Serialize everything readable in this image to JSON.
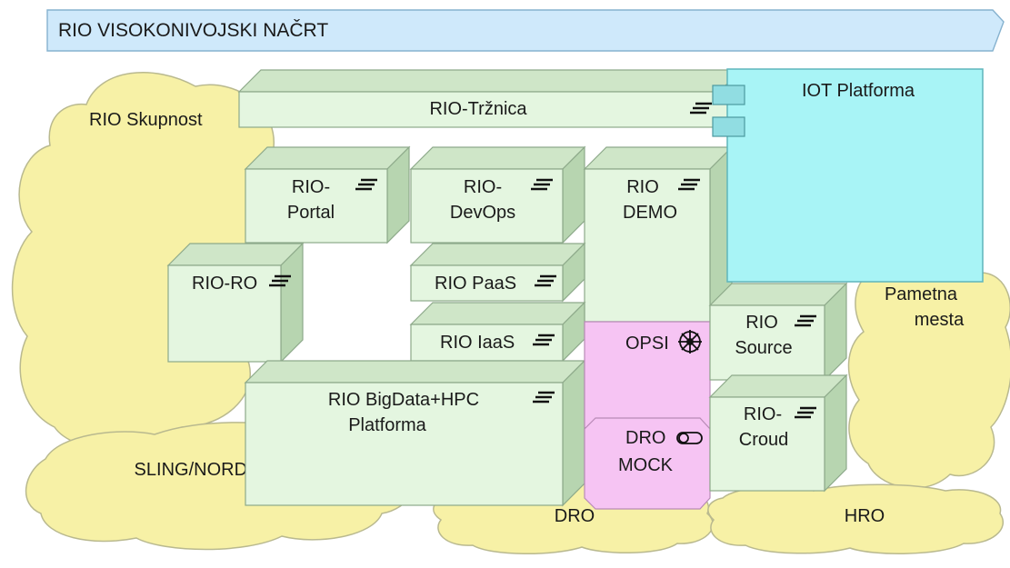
{
  "title": "RIO VISOKONIVOJSKI NAČRT",
  "groups": {
    "skupnost": "RIO Skupnost",
    "pametna_line1": "Pametna",
    "pametna_line2": "mesta",
    "sling": "SLING/NORDUGRID",
    "dro": "DRO",
    "hro": "HRO"
  },
  "components": {
    "trznica": "RIO-Tržnica",
    "iot": "IOT Platforma",
    "portal_line1": "RIO-",
    "portal_line2": "Portal",
    "devops_line1": "RIO-",
    "devops_line2": "DevOps",
    "demo_line1": "RIO",
    "demo_line2": "DEMO",
    "ro": "RIO-RO",
    "paas": "RIO  PaaS",
    "iaas": "RIO IaaS",
    "opsi": "OPSI",
    "source_line1": "RIO",
    "source_line2": "Source",
    "bigdata_line1": "RIO BigData+HPC",
    "bigdata_line2": "Platforma",
    "dro_mock_line1": "DRO",
    "dro_mock_line2": "MOCK",
    "croud_line1": "RIO-",
    "croud_line2": "Croud"
  },
  "icons": {
    "component": "component-icon",
    "node": "node-icon",
    "service": "service-icon"
  },
  "colors": {
    "title_bar": "#cfe9fb",
    "cloud": "#f7f1a6",
    "component": "#e4f6e0",
    "component_top": "#cfe6c8",
    "component_side": "#b7d5b0",
    "pink": "#f6c4f3",
    "iot": "#a8f4f6"
  }
}
